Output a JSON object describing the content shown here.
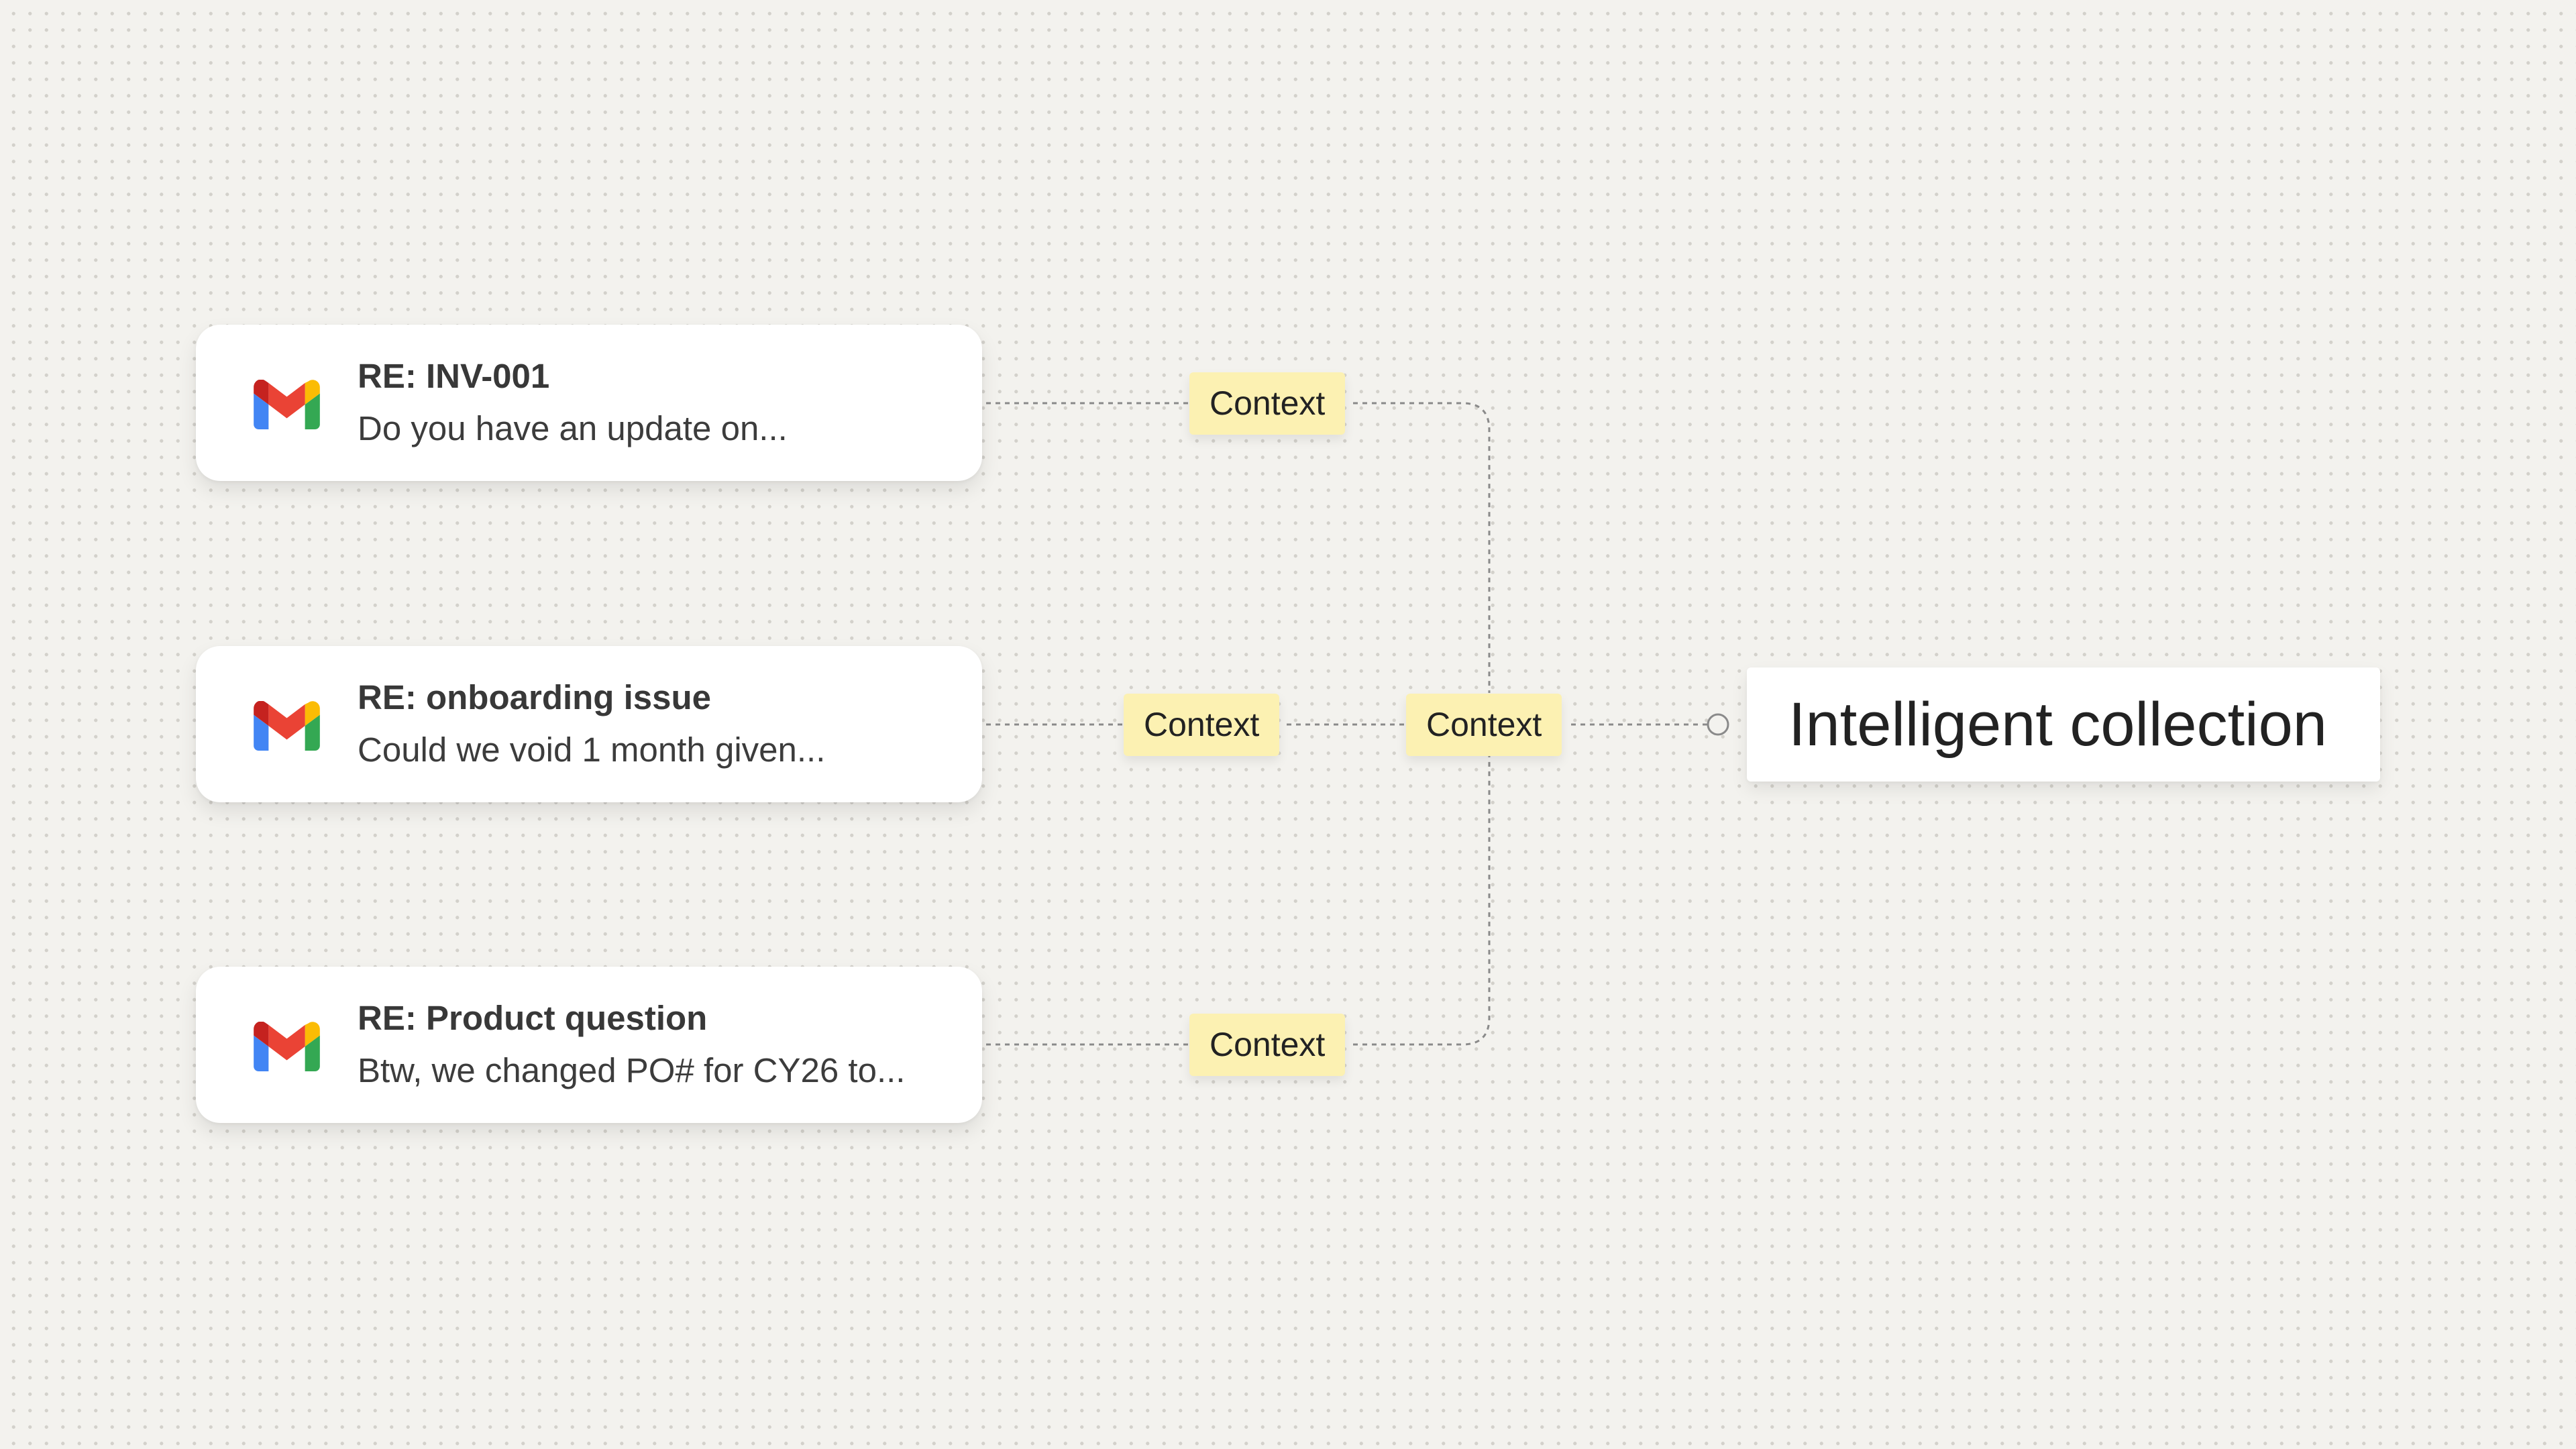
{
  "emails": [
    {
      "icon": "gmail-icon",
      "subject": "RE: INV-001",
      "preview": "Do you have an update on..."
    },
    {
      "icon": "gmail-icon",
      "subject": "RE: onboarding issue",
      "preview": "Could we void 1 month given..."
    },
    {
      "icon": "gmail-icon",
      "subject": "RE: Product question",
      "preview": "Btw, we changed PO# for CY26 to..."
    }
  ],
  "context_tags": {
    "email_1": "Context",
    "email_2": "Context",
    "email_3": "Context",
    "merged": "Context"
  },
  "output": {
    "title": "Intelligent collection"
  },
  "colors": {
    "background": "#f3f2ee",
    "card": "#ffffff",
    "tag": "#fcf1b2",
    "connector": "#8a8a8a",
    "gmail_red": "#EA4335",
    "gmail_blue": "#4285F4",
    "gmail_green": "#34A853",
    "gmail_yellow": "#FBBC04",
    "gmail_dark_red": "#C5221F"
  }
}
